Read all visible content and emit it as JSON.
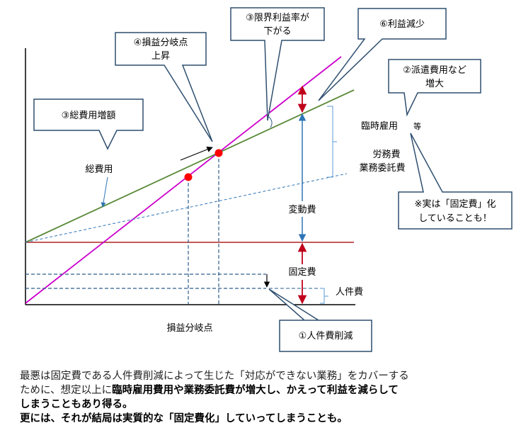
{
  "callouts": {
    "fixed_cost_increase": "③総費用増額",
    "bep_rise_line1": "④損益分岐点",
    "bep_rise_line2": "上昇",
    "margin_rate_line1": "③限界利益率が",
    "margin_rate_line2": "下がる",
    "profit_decrease": "⑥利益減少",
    "temp_cost_line1": "②派遣費用など",
    "temp_cost_line2": "増大",
    "fixed_note_line1": "※実は「固定費」化",
    "fixed_note_line2": "していることも！",
    "labor_cut": "①人件費削減"
  },
  "labels": {
    "total_cost": "総費用",
    "temp_employment": "臨時雇用",
    "etc": "等",
    "labor_cost_line1": "労務費",
    "labor_cost_line2": "業務委託費",
    "variable_cost": "変動費",
    "fixed_cost": "固定費",
    "personnel_cost": "人件費",
    "break_even": "損益分岐点"
  },
  "caption": {
    "line1": "最悪は固定費である人件費削減によって生じた「対応ができない業務」をカバーする",
    "line2_plain": "ために、想定以上に",
    "line2_bold1": "臨時雇用費用や業務委託費",
    "line2_plain2": "が増大し、かえって",
    "line2_bold2": "利益を減らして",
    "line3": "しまうこともあり得る。",
    "line4": "更には、それが結局は実質的な「固定費化」していってしまうことも。"
  },
  "colors": {
    "revenue_line": "#cc00cc",
    "total_cost_line": "#5a8a3a",
    "fixed_cost_line": "#b22222",
    "dashed": "#2e5e8c",
    "callout_border": "#2f4f6f",
    "arrow_red": "#c0001a",
    "arrow_blue": "#2e75b6",
    "point": "#ff0000"
  }
}
